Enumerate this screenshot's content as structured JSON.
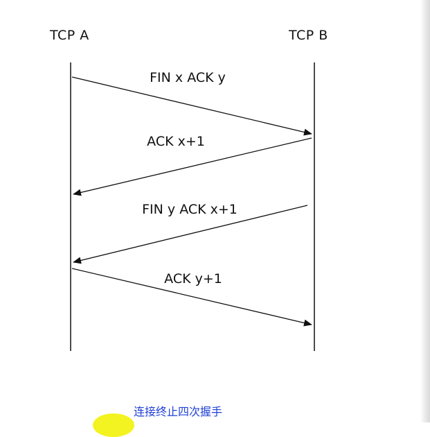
{
  "endpoints": {
    "a": "TCP A",
    "b": "TCP B"
  },
  "messages": [
    {
      "label": "FIN x ACK y",
      "from": "a",
      "to": "b"
    },
    {
      "label": "ACK x+1",
      "from": "b",
      "to": "a"
    },
    {
      "label": "FIN y ACK x+1",
      "from": "b",
      "to": "a"
    },
    {
      "label": "ACK y+1",
      "from": "a",
      "to": "b"
    }
  ],
  "caption": "连接终止四次握手",
  "colors": {
    "line": "#111111",
    "text": "#111111",
    "caption": "#1f3fd6",
    "highlight": "#f2f215"
  }
}
